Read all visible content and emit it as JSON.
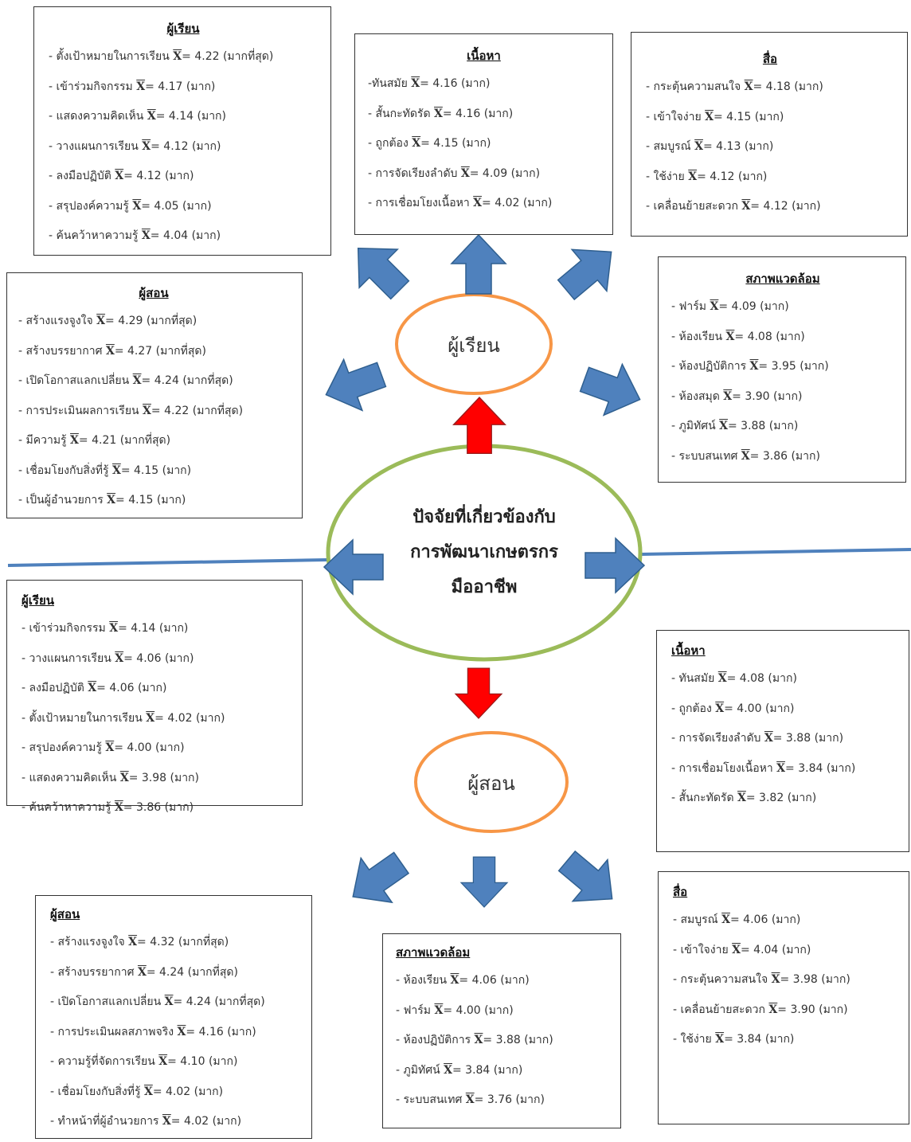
{
  "center": {
    "lines": [
      "ปัจจัยที่เกี่ยวข้องกับ",
      "การพัฒนาเกษตรกร",
      "มืออาชีพ"
    ]
  },
  "top_hub": "ผู้เรียน",
  "bottom_hub": "ผู้สอน",
  "colors": {
    "arrow_blue": "#4f81bd",
    "arrow_red": "#ff0000",
    "hub_ellipse": "#f79646",
    "center_ellipse": "#9bbb59",
    "divider": "#4f81bd"
  },
  "xbar_symbol": "X̄",
  "top_learner": {
    "title": "ผู้เรียน",
    "items": [
      {
        "label": "- ตั้งเป้าหมายในการเรียน",
        "value": "= 4.22",
        "level": "(มากที่สุด)"
      },
      {
        "label": "- เข้าร่วมกิจกรรม",
        "value": "= 4.17",
        "level": "(มาก)"
      },
      {
        "label": "- แสดงความคิดเห็น",
        "value": "= 4.14",
        "level": "(มาก)"
      },
      {
        "label": "- วางแผนการเรียน",
        "value": "= 4.12",
        "level": "(มาก)"
      },
      {
        "label": "- ลงมือปฏิบัติ",
        "value": "= 4.12",
        "level": "(มาก)"
      },
      {
        "label": "- สรุปองค์ความรู้",
        "value": "= 4.05",
        "level": "(มาก)"
      },
      {
        "label": "- ค้นคว้าหาความรู้",
        "value": "= 4.04",
        "level": "(มาก)"
      }
    ]
  },
  "top_content": {
    "title": "เนื้อหา",
    "items": [
      {
        "label": "-ทันสมัย",
        "value": "= 4.16",
        "level": "(มาก)"
      },
      {
        "label": "- สั้นกะทัดรัด",
        "value": "= 4.16",
        "level": "(มาก)"
      },
      {
        "label": "- ถูกต้อง",
        "value": "= 4.15",
        "level": "(มาก)"
      },
      {
        "label": "- การจัดเรียงลำดับ",
        "value": "= 4.09",
        "level": "(มาก)"
      },
      {
        "label": "- การเชื่อมโยงเนื้อหา",
        "value": "= 4.02",
        "level": "(มาก)"
      }
    ]
  },
  "top_media": {
    "title": "สื่อ",
    "items": [
      {
        "label": "- กระตุ้นความสนใจ",
        "value": "= 4.18",
        "level": "(มาก)"
      },
      {
        "label": "- เข้าใจง่าย",
        "value": "= 4.15",
        "level": "(มาก)"
      },
      {
        "label": "- สมบูรณ์",
        "value": "= 4.13",
        "level": "(มาก)"
      },
      {
        "label": "- ใช้ง่าย",
        "value": "= 4.12",
        "level": "(มาก)"
      },
      {
        "label": "- เคลื่อนย้ายสะดวก",
        "value": "= 4.12",
        "level": "(มาก)"
      }
    ]
  },
  "top_teacher": {
    "title": "ผู้สอน",
    "items": [
      {
        "label": "- สร้างแรงจูงใจ",
        "value": "= 4.29",
        "level": "(มากที่สุด)"
      },
      {
        "label": "- สร้างบรรยากาศ",
        "value": "= 4.27",
        "level": "(มากที่สุด)"
      },
      {
        "label": "- เปิดโอกาสแลกเปลี่ยน",
        "value": "= 4.24",
        "level": "(มากที่สุด)"
      },
      {
        "label": "- การประเมินผลการเรียน",
        "value": "= 4.22",
        "level": "(มากที่สุด)"
      },
      {
        "label": "- มีความรู้",
        "value": "= 4.21",
        "level": "(มากที่สุด)"
      },
      {
        "label": "- เชื่อมโยงกับสิ่งที่รู้",
        "value": "= 4.15",
        "level": "(มาก)"
      },
      {
        "label": "- เป็นผู้อำนวยการ",
        "value": "= 4.15",
        "level": "(มาก)"
      }
    ]
  },
  "top_env": {
    "title": "สภาพแวดล้อม",
    "items": [
      {
        "label": "- ฟาร์ม",
        "value": "= 4.09",
        "level": "(มาก)"
      },
      {
        "label": "- ห้องเรียน",
        "value": "= 4.08",
        "level": "(มาก)"
      },
      {
        "label": "- ห้องปฏิบัติการ",
        "value": "= 3.95",
        "level": "(มาก)"
      },
      {
        "label": "- ห้องสมุด",
        "value": "= 3.90",
        "level": "(มาก)"
      },
      {
        "label": "- ภูมิทัศน์",
        "value": "= 3.88",
        "level": "(มาก)"
      },
      {
        "label": "- ระบบสนเทศ",
        "value": "= 3.86",
        "level": "(มาก)"
      }
    ]
  },
  "bottom_learner": {
    "title": "ผู้เรียน",
    "items": [
      {
        "label": "- เข้าร่วมกิจกรรม",
        "value": "= 4.14",
        "level": "(มาก)"
      },
      {
        "label": "- วางแผนการเรียน",
        "value": "= 4.06",
        "level": "(มาก)"
      },
      {
        "label": "- ลงมือปฏิบัติ",
        "value": "= 4.06",
        "level": "(มาก)"
      },
      {
        "label": "- ตั้งเป้าหมายในการเรียน",
        "value": "= 4.02",
        "level": "(มาก)"
      },
      {
        "label": "- สรุปองค์ความรู้",
        "value": "= 4.00",
        "level": "(มาก)"
      },
      {
        "label": "- แสดงความคิดเห็น",
        "value": "= 3.98",
        "level": "(มาก)"
      },
      {
        "label": "- ค้นคว้าหาความรู้",
        "value": "= 3.86",
        "level": "(มาก)"
      }
    ]
  },
  "bottom_content": {
    "title": "เนื้อหา",
    "items": [
      {
        "label": "- ทันสมัย",
        "value": "= 4.08",
        "level": "(มาก)"
      },
      {
        "label": "- ถูกต้อง",
        "value": "= 4.00",
        "level": "(มาก)"
      },
      {
        "label": "- การจัดเรียงลำดับ",
        "value": "= 3.88",
        "level": "(มาก)"
      },
      {
        "label": "- การเชื่อมโยงเนื้อหา",
        "value": "= 3.84",
        "level": "(มาก)"
      },
      {
        "label": "- สั้นกะทัดรัด",
        "value": "= 3.82",
        "level": "(มาก)"
      }
    ]
  },
  "bottom_media": {
    "title": "สื่อ",
    "items": [
      {
        "label": "- สมบูรณ์",
        "value": "= 4.06",
        "level": "(มาก)"
      },
      {
        "label": "- เข้าใจง่าย",
        "value": "= 4.04",
        "level": "(มาก)"
      },
      {
        "label": "- กระตุ้นความสนใจ",
        "value": "= 3.98",
        "level": "(มาก)"
      },
      {
        "label": "- เคลื่อนย้ายสะดวก",
        "value": "= 3.90",
        "level": "(มาก)"
      },
      {
        "label": "- ใช้ง่าย",
        "value": "= 3.84",
        "level": "(มาก)"
      }
    ]
  },
  "bottom_teacher": {
    "title": "ผู้สอน",
    "items": [
      {
        "label": "- สร้างแรงจูงใจ",
        "value": "= 4.32",
        "level": "(มากที่สุด)"
      },
      {
        "label": "- สร้างบรรยากาศ",
        "value": "= 4.24",
        "level": "(มากที่สุด)"
      },
      {
        "label": "- เปิดโอกาสแลกเปลี่ยน",
        "value": "= 4.24",
        "level": "(มากที่สุด)"
      },
      {
        "label": "- การประเมินผลสภาพจริง",
        "value": "= 4.16",
        "level": "(มาก)"
      },
      {
        "label": "- ความรู้ที่จัดการเรียน",
        "value": "= 4.10",
        "level": "(มาก)"
      },
      {
        "label": "- เชื่อมโยงกับสิ่งที่รู้",
        "value": "= 4.02",
        "level": "(มาก)"
      },
      {
        "label": "- ทำหน้าที่ผู้อำนวยการ",
        "value": "= 4.02",
        "level": "(มาก)"
      }
    ]
  },
  "bottom_env": {
    "title": "สภาพแวดล้อม",
    "items": [
      {
        "label": "- ห้องเรียน",
        "value": "= 4.06",
        "level": "(มาก)"
      },
      {
        "label": "- ฟาร์ม",
        "value": "= 4.00",
        "level": "(มาก)"
      },
      {
        "label": "- ห้องปฏิบัติการ",
        "value": "= 3.88",
        "level": "(มาก)"
      },
      {
        "label": "- ภูมิทัศน์",
        "value": "= 3.84",
        "level": "(มาก)"
      },
      {
        "label": "- ระบบสนเทศ",
        "value": "= 3.76",
        "level": "(มาก)"
      }
    ]
  }
}
